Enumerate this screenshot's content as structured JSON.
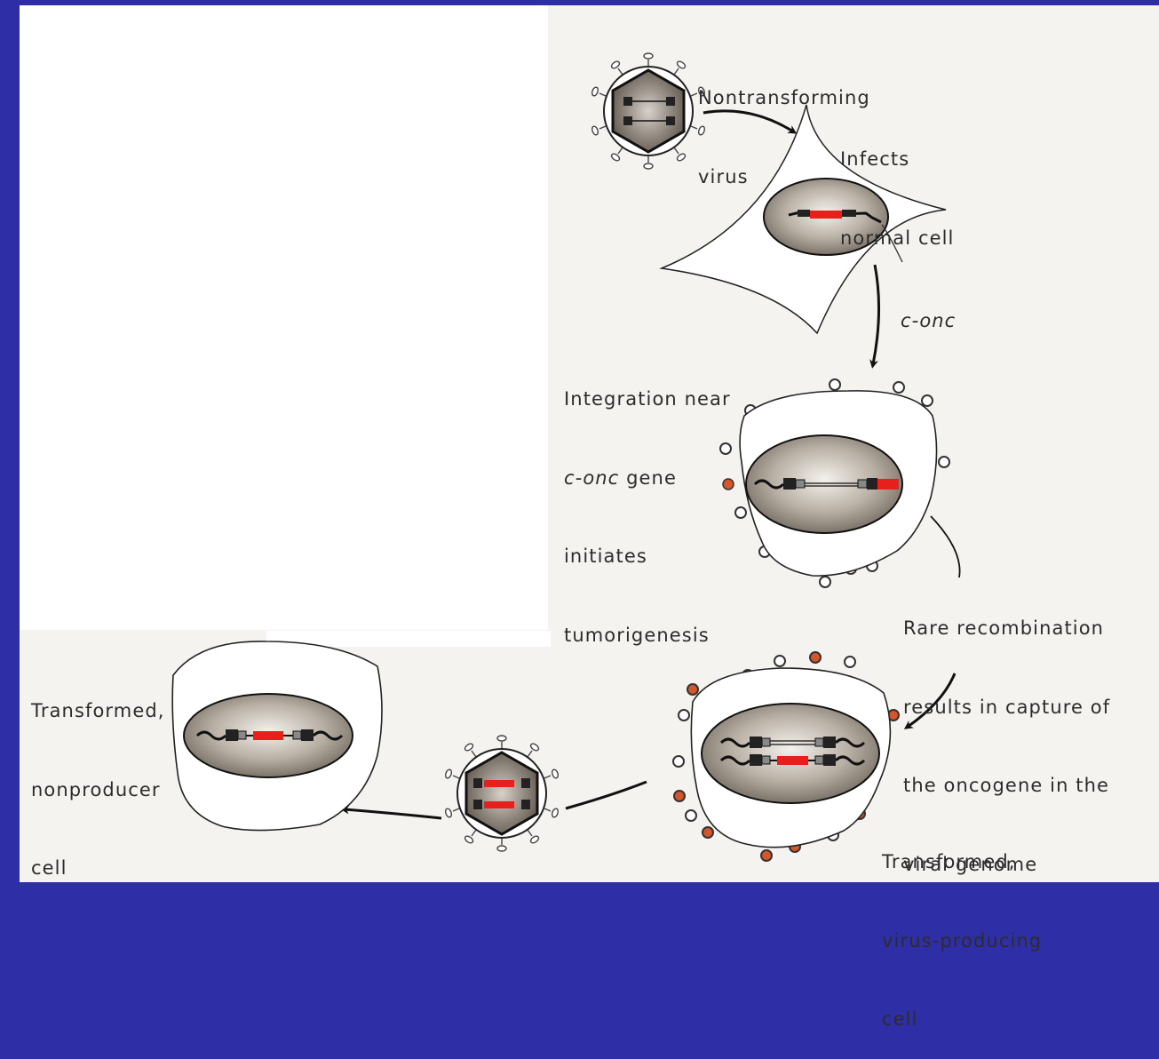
{
  "figure": {
    "steps": {
      "virus_in": {
        "lines": [
          "Nontransforming",
          "virus"
        ]
      },
      "infect": {
        "lines": [
          "Infects",
          "normal cell"
        ]
      },
      "conc": {
        "text": "c-onc"
      },
      "integration": {
        "lines": [
          "Integration near",
          "c-onc gene",
          "initiates",
          "tumorigenesis"
        ]
      },
      "recombination": {
        "lines": [
          "Rare recombination",
          "results in capture of",
          "the oncogene in the",
          "viral genome"
        ]
      },
      "producer": {
        "lines": [
          "Transformed,",
          "virus-producing",
          "cell"
        ]
      },
      "nonproducer": {
        "lines": [
          "Transformed,",
          "nonproducer",
          "cell"
        ]
      }
    },
    "colors": {
      "frame": "#2e2ea6",
      "panel": "#f5f3f0",
      "oncogene": "#e8201b",
      "bud_orange": "#d4562a",
      "nucleus": "#8c8378",
      "ink": "#222222"
    }
  }
}
